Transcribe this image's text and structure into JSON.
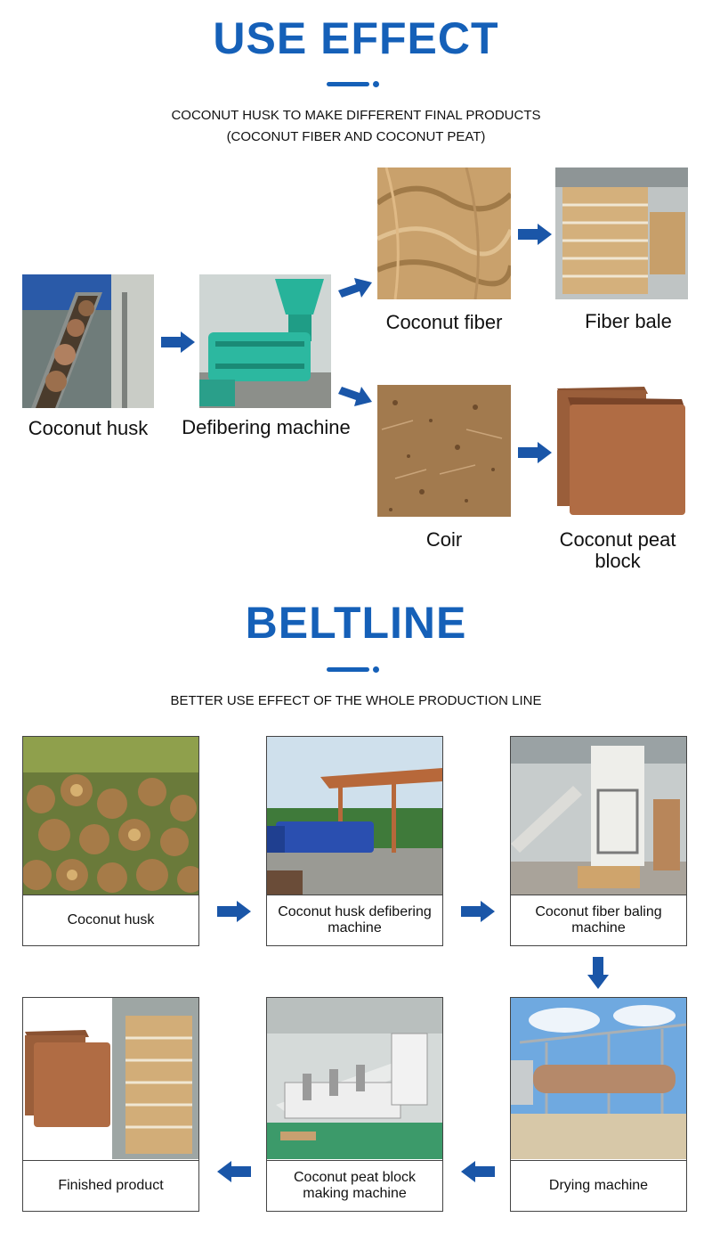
{
  "use_effect": {
    "title": "USE EFFECT",
    "subtitle_line1": "COCONUT HUSK TO MAKE DIFFERENT FINAL PRODUCTS",
    "subtitle_line2": "(COCONUT FIBER AND COCONUT PEAT)",
    "items": {
      "husk": "Coconut husk",
      "machine": "Defibering machine",
      "fiber": "Coconut fiber",
      "bale": "Fiber bale",
      "coir": "Coir",
      "peat_line1": "Coconut peat",
      "peat_line2": "block"
    }
  },
  "beltline": {
    "title": "BELTLINE",
    "subtitle": "BETTER USE EFFECT OF THE WHOLE PRODUCTION LINE",
    "steps": [
      {
        "line1": "Coconut husk",
        "line2": ""
      },
      {
        "line1": "Coconut husk defibering",
        "line2": "machine"
      },
      {
        "line1": "Coconut fiber baling",
        "line2": "machine"
      },
      {
        "line1": "Drying machine",
        "line2": ""
      },
      {
        "line1": "Coconut peat block",
        "line2": "making machine"
      },
      {
        "line1": "Finished product",
        "line2": ""
      }
    ]
  },
  "colors": {
    "accent": "#1560b8",
    "arrow": "#1a56a8"
  },
  "icons": [
    "arrow-right-icon",
    "arrow-down-icon",
    "arrow-left-icon"
  ]
}
